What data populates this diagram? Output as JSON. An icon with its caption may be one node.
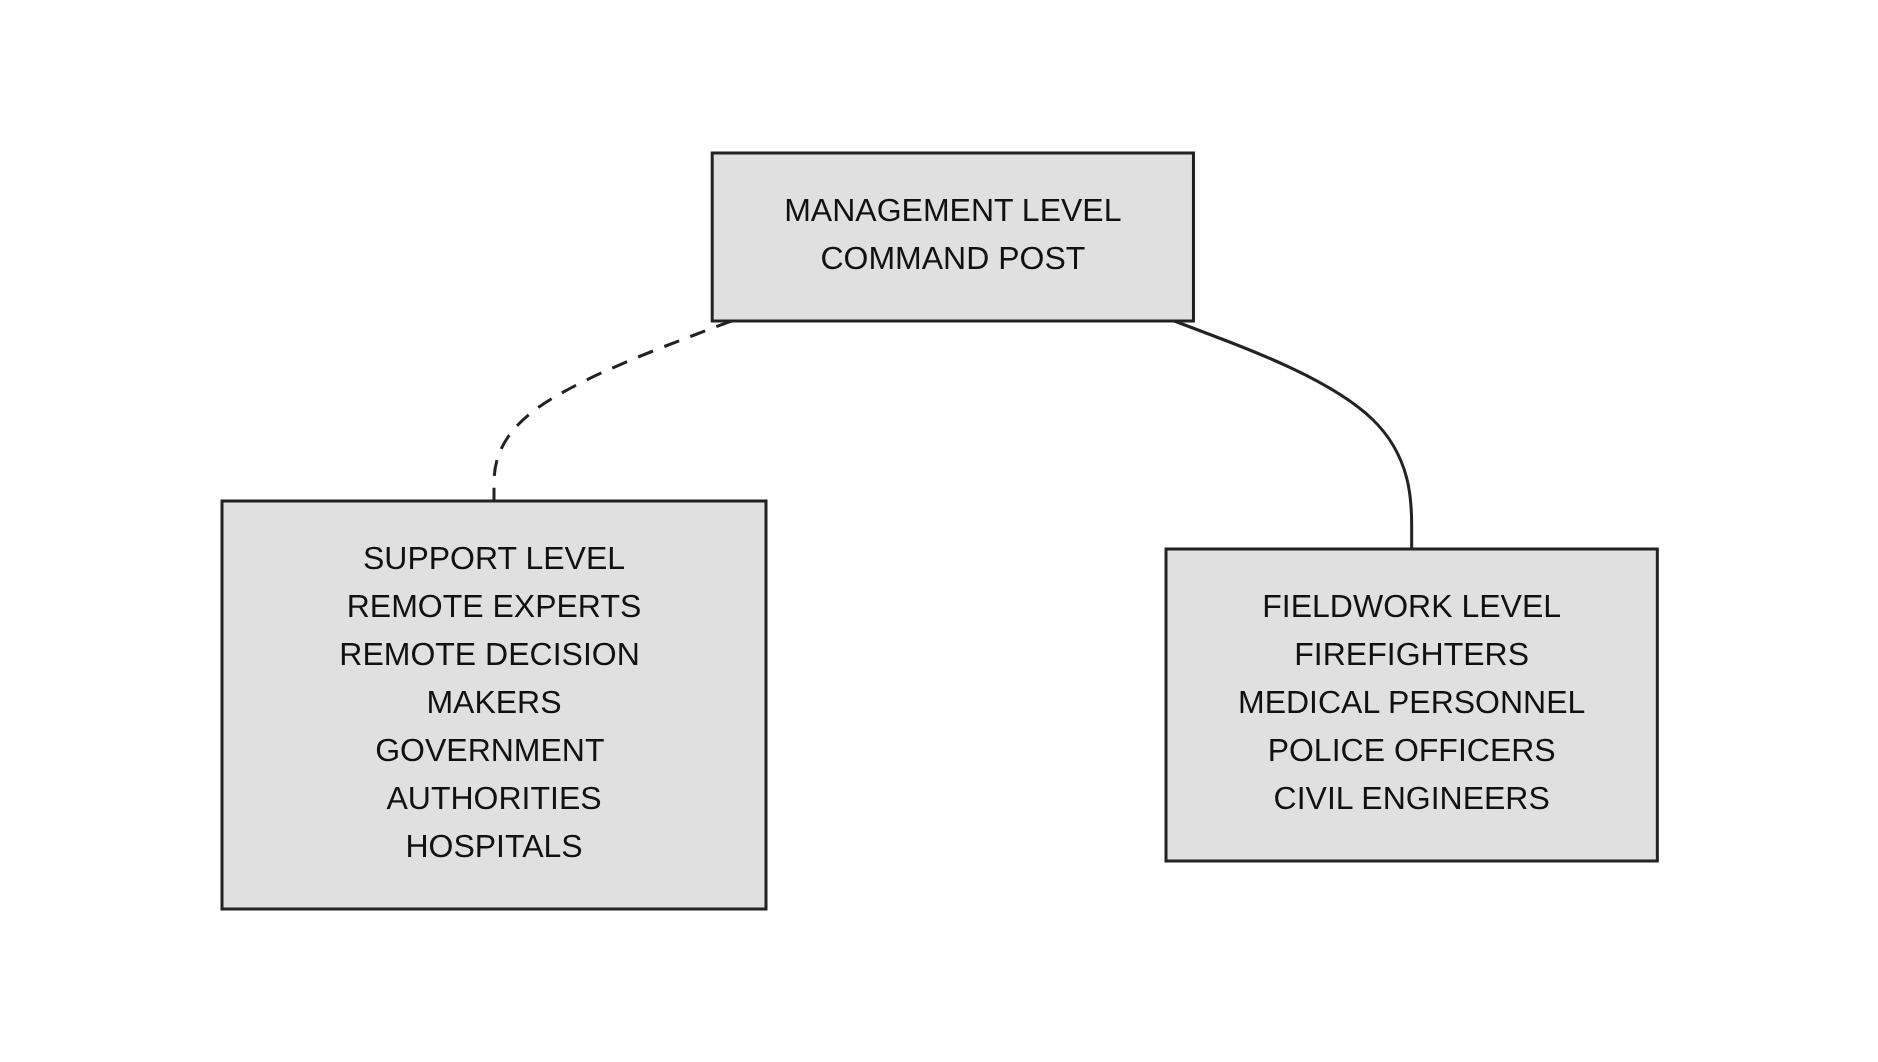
{
  "diagram": {
    "nodes": [
      {
        "text": [
          "MANAGEMENT LEVEL",
          "COMMAND POST"
        ]
      },
      {
        "text": [
          "SUPPORT LEVEL",
          "REMOTE EXPERTS",
          "REMOTE DECISION MAKERS",
          "GOVERNMENT AUTHORITIES",
          "HOSPITALS"
        ]
      },
      {
        "text": [
          "FIELDWORK LEVEL",
          "FIREFIGHTERS",
          "MEDICAL PERSONNEL",
          "POLICE OFFICERS",
          "CIVIL ENGINEERS"
        ]
      }
    ],
    "edges": [
      {
        "from": 0,
        "to": 1,
        "arrow": "none",
        "style": "dashed"
      },
      {
        "from": 0,
        "to": 2,
        "arrow": "none"
      }
    ]
  }
}
